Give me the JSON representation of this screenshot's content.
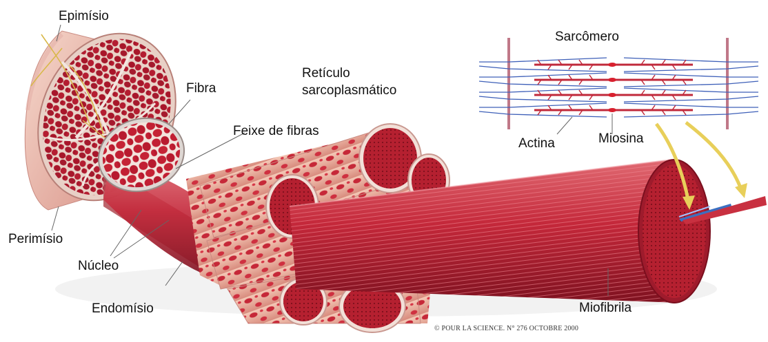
{
  "labels": {
    "epimisio": "Epimísio",
    "fibra": "Fibra",
    "reticulo_line1": "Retículo",
    "reticulo_line2": "sarcoplasmático",
    "sarcomero": "Sarcômero",
    "feixe": "Feixe de fibras",
    "actina": "Actina",
    "miosina": "Miosina",
    "perimisio": "Perimísio",
    "nucleo": "Núcleo",
    "endomisio": "Endomísio",
    "miofibrila": "Miofibrila"
  },
  "credit": "© POUR LA SCIENCE. N° 276 OCTOBRE 2000",
  "colors": {
    "muscle": "#c4283a",
    "muscle_dark": "#8e1624",
    "muscle_light": "#e0606a",
    "sheath": "#f2c8b8",
    "sheath_dark": "#d89a8c",
    "actin_blue": "#3d5fb8",
    "myosin_red": "#c0283a",
    "z_line": "#b87080",
    "arrow_yellow": "#e8cf5a"
  }
}
